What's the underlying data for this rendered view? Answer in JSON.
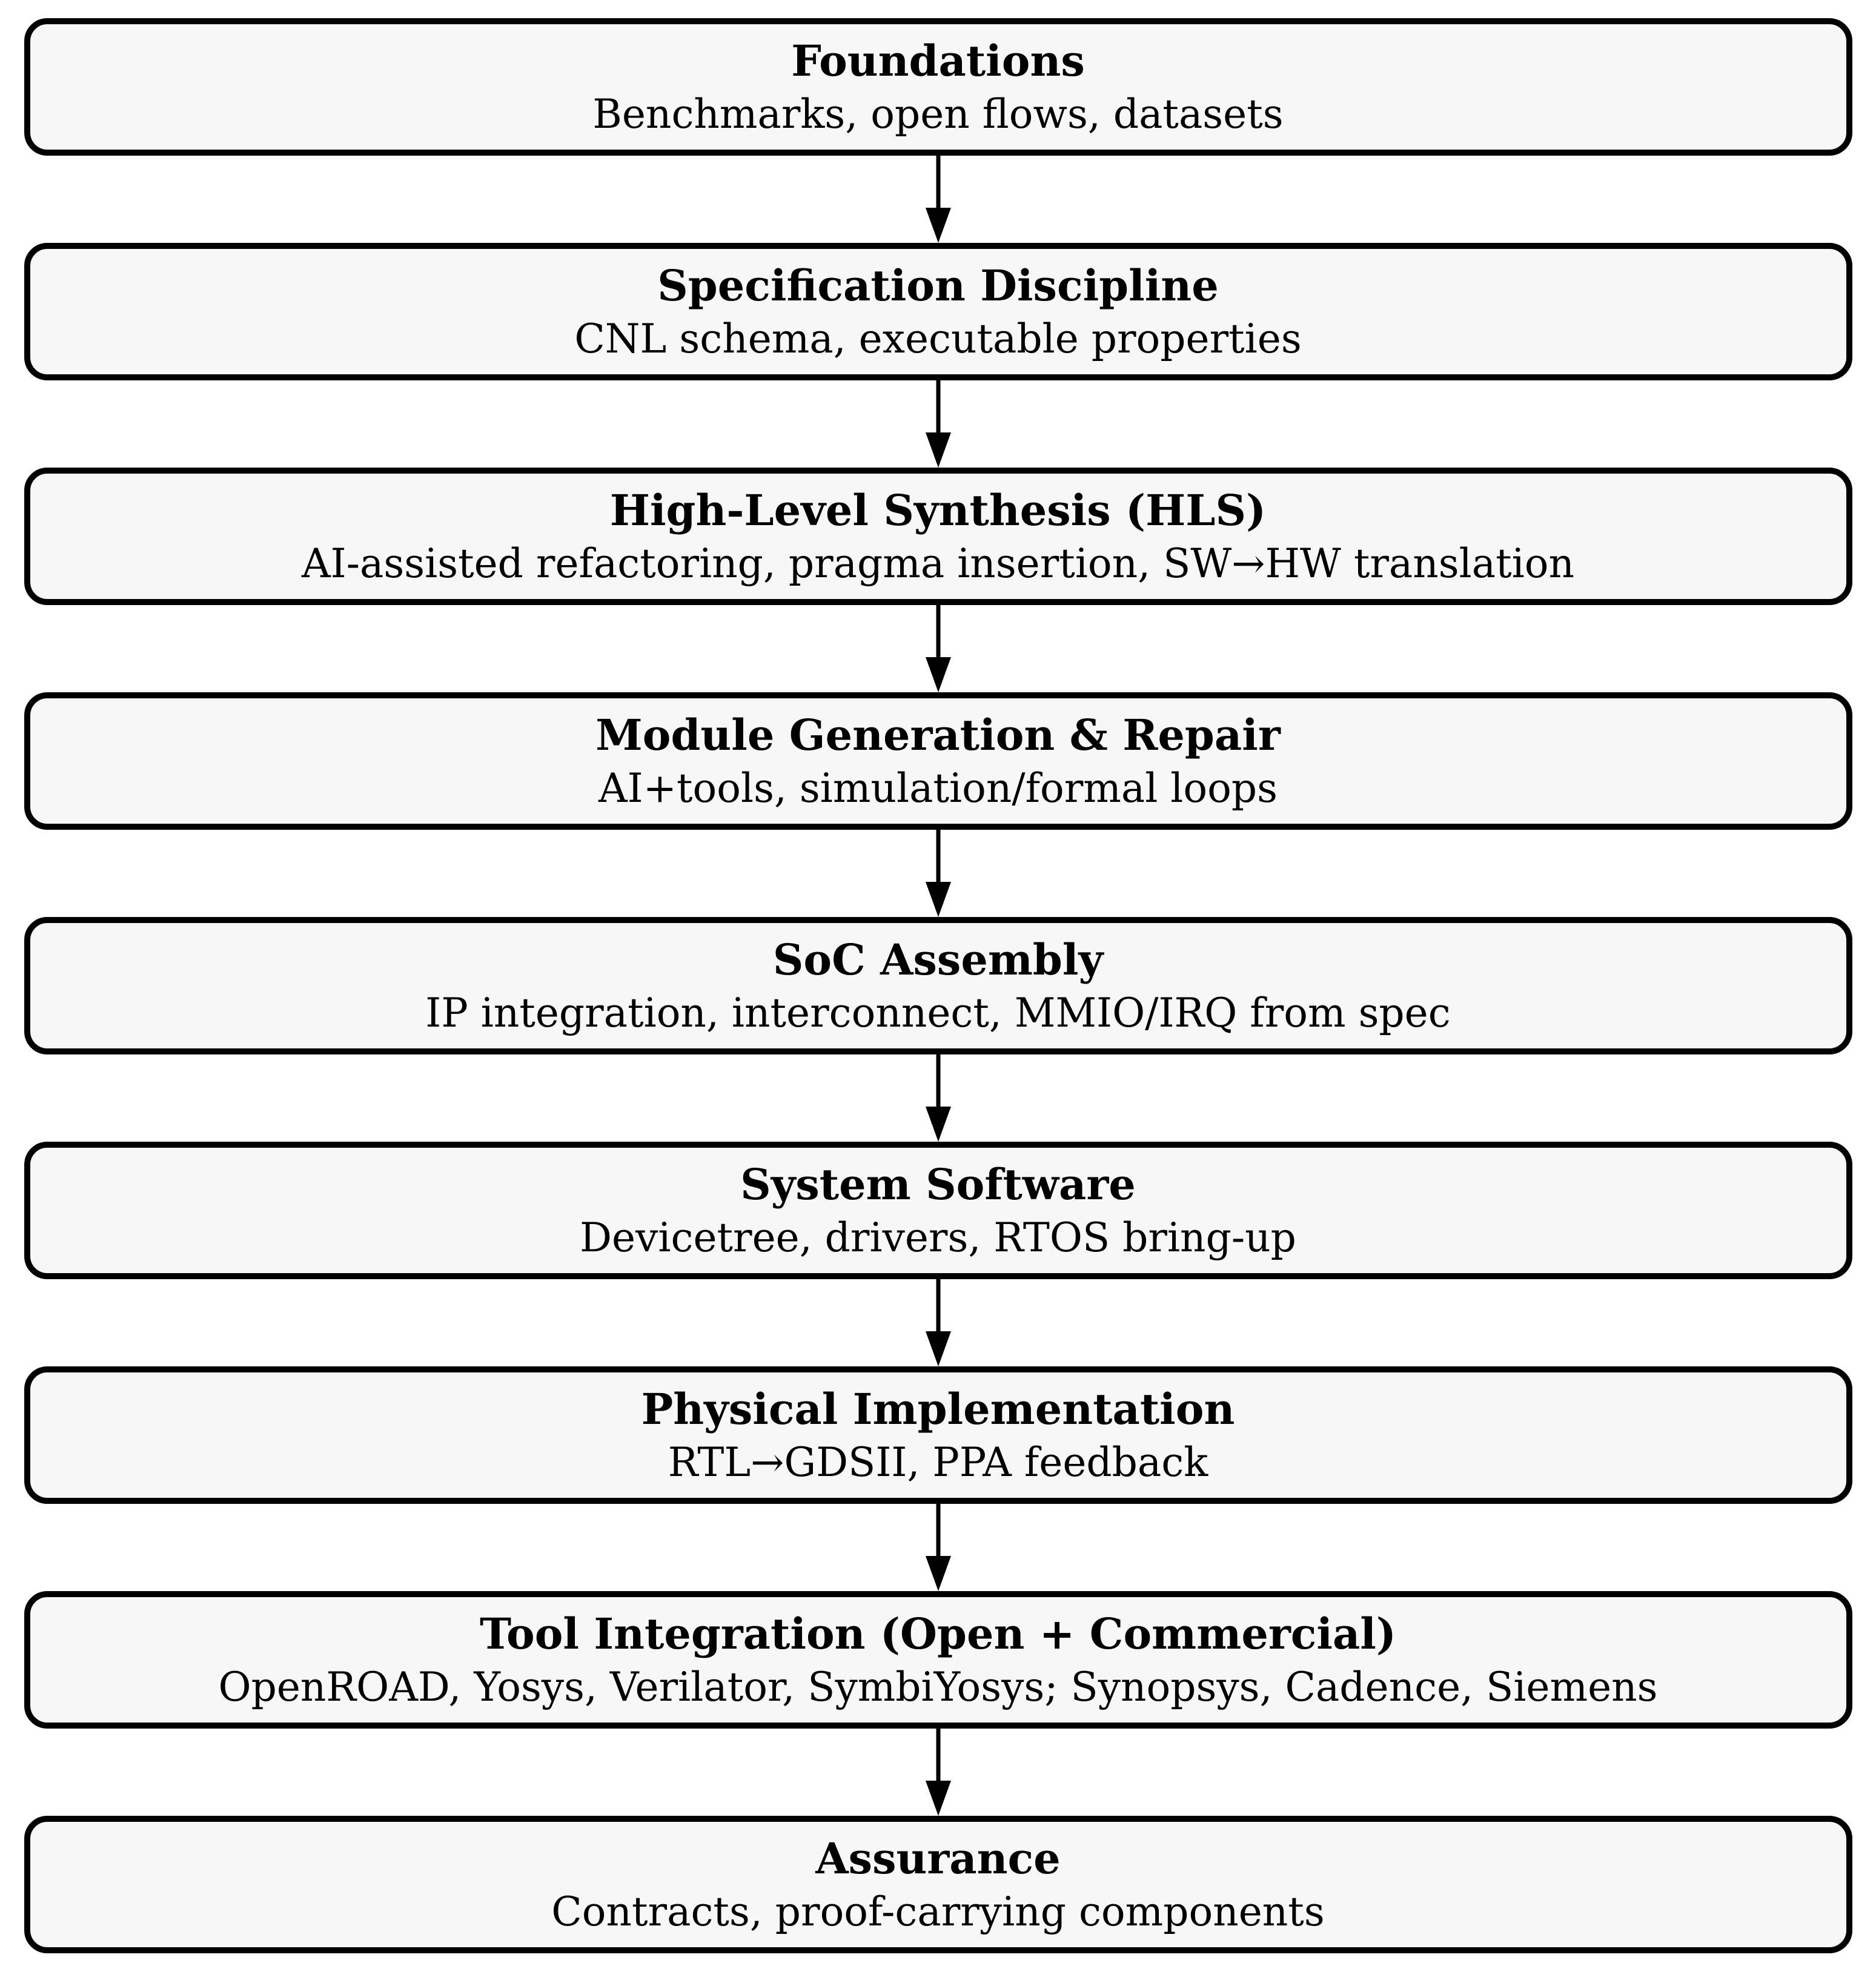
{
  "diagram": {
    "type": "flowchart",
    "direction": "top-to-bottom",
    "stages": [
      {
        "title": "Foundations",
        "subtitle": "Benchmarks, open flows, datasets"
      },
      {
        "title": "Specification Discipline",
        "subtitle": "CNL schema, executable properties"
      },
      {
        "title": "High-Level Synthesis (HLS)",
        "subtitle": "AI-assisted refactoring, pragma insertion, SW→HW translation"
      },
      {
        "title": "Module Generation & Repair",
        "subtitle": "AI+tools, simulation/formal loops"
      },
      {
        "title": "SoC Assembly",
        "subtitle": "IP integration, interconnect, MMIO/IRQ from spec"
      },
      {
        "title": "System Software",
        "subtitle": "Devicetree, drivers, RTOS bring-up"
      },
      {
        "title": "Physical Implementation",
        "subtitle": "RTL→GDSII, PPA feedback"
      },
      {
        "title": "Tool Integration (Open + Commercial)",
        "subtitle": "OpenROAD, Yosys, Verilator, SymbiYosys; Synopsys, Cadence, Siemens"
      },
      {
        "title": "Assurance",
        "subtitle": "Contracts, proof-carrying components"
      }
    ],
    "connector": "down-arrow",
    "colors": {
      "box_fill": "#f7f7f7",
      "box_border": "#000000",
      "text_color": "#000000",
      "background": "#ffffff"
    }
  }
}
